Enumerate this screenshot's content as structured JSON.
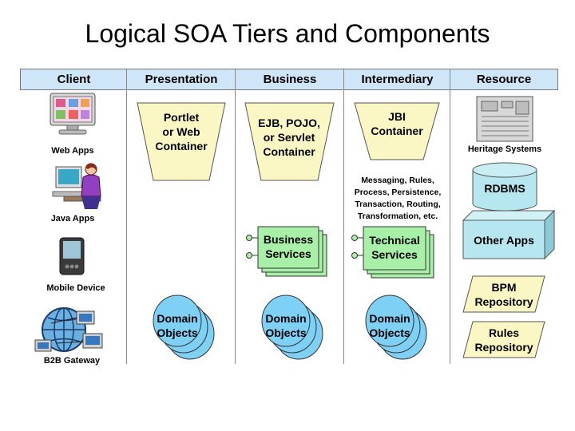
{
  "title": "Logical SOA Tiers and Components",
  "columns": [
    "Client",
    "Presentation",
    "Business",
    "Intermediary",
    "Resource"
  ],
  "client": {
    "items": [
      "Web Apps",
      "Java Apps",
      "Mobile Device",
      "B2B Gateway"
    ]
  },
  "presentation": {
    "container": [
      "Portlet",
      "or Web",
      "Container"
    ],
    "domain": [
      "Domain",
      "Objects"
    ]
  },
  "business": {
    "container": [
      "EJB, POJO,",
      "or Servlet",
      "Container"
    ],
    "services": [
      "Business",
      "Services"
    ],
    "domain": [
      "Domain",
      "Objects"
    ]
  },
  "intermediary": {
    "container": [
      "JBI",
      "Container"
    ],
    "note": [
      "Messaging, Rules,",
      "Process, Persistence,",
      "Transaction, Routing,",
      "Transformation, etc."
    ],
    "services": [
      "Technical",
      "Services"
    ],
    "domain": [
      "Domain",
      "Objects"
    ]
  },
  "resource": {
    "heritage": "Heritage Systems",
    "rdbms": "RDBMS",
    "other_apps": "Other Apps",
    "bpm": [
      "BPM",
      "Repository"
    ],
    "rules": [
      "Rules",
      "Repository"
    ]
  },
  "colors": {
    "header_bg": "#cfe6f8",
    "container_fill": "#fbf7c4",
    "services_fill": "#a8f0a8",
    "domain_fill": "#7fd0f5",
    "db_fill": "#b6e6ef",
    "repo_fill": "#fbf7c4"
  }
}
